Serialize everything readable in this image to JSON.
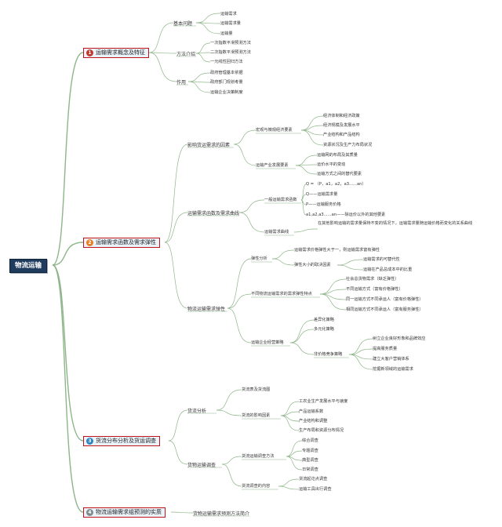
{
  "root": "物流运输",
  "colors": {
    "root_fill": "#1f3b5e",
    "branch_border": "#c0121a",
    "branch_fill": "#eaf3fa",
    "link": "#8fb58a",
    "badge_red": "#c0392b",
    "badge_orange": "#e67e22",
    "badge_blue": "#2e86c1",
    "badge_gray": "#7f8c8d"
  },
  "branches": [
    {
      "num": "1",
      "label": "运输需求概念及特征",
      "basic": {
        "label": "基本问题",
        "items": [
          "运输需求",
          "运输需求量",
          "运输量"
        ]
      },
      "method": {
        "label": "方法介绍",
        "items": [
          "一次指数平滑预测方法",
          "二次指数平滑预测方法",
          "一元线性回归方法"
        ]
      },
      "use": {
        "label": "作用",
        "items": [
          "政府管理基本依据",
          "政府部门规划考量",
          "运输企业决策制度"
        ]
      }
    },
    {
      "num": "2",
      "label": "运输需求函数及需求弹性",
      "factors": {
        "label": "影响货运需求的因素",
        "macro": {
          "label": "宏观与微观经济要素",
          "items": [
            "经济体制和经济政策",
            "经济规模及发展水平",
            "产业结构和产品结构",
            "资源状况及生产力布局状况"
          ]
        },
        "industry": {
          "label": "运输产业发展要素",
          "items": [
            "运输网的布局及其质量",
            "运价水平的变动",
            "运输方式之间的替代要素"
          ]
        }
      },
      "func": {
        "label": "运输需求函数及需求曲线",
        "general": {
          "label": "一般运输需求函数",
          "items": [
            "Q = （P，a1，a2，a3......an）",
            "Q——运输需求量",
            "P——运输服务价格",
            "a1,a2,a3......an——除运价以外的其他要素"
          ]
        },
        "curve": {
          "label": "运输需求曲线",
          "text": "在其他影响运输的需求量保持不变的情况下，运输需求量随运输价格而变化的关系曲线"
        }
      },
      "elastic": {
        "label": "物流运输需求弹性",
        "analysis": {
          "label": "弹性分析",
          "item1": "运输需求价格弹性大于一，则运输需求富有弹性",
          "factors": {
            "label": "弹性大小的取决因素",
            "items": [
              "运输需求的可替代性",
              "运输在产品总成本中的比重"
            ]
          }
        },
        "types": {
          "label": "不同物流运输需求的需求弹性特点",
          "items": [
            "社会总货物需求（缺乏弹性）",
            "不同运输方式（富有价格弹性）",
            "同一运输方式不同承运人（富有价格弹性）",
            "相同运输方式不同承运人（富有服务弹性）"
          ]
        },
        "strategy": {
          "label": "运输企业经营策略",
          "items": [
            "差异化策略",
            "多元化策略"
          ],
          "nonprice": {
            "label": "非价格竞争策略",
            "items": [
              "树立企业良好形象和品牌效应",
              "提高服务质量",
              "建立大客户营销体系",
              "挖掘新领域的运输需求"
            ]
          }
        }
      }
    },
    {
      "num": "3",
      "label": "货流分布分析及货运调查",
      "analysis": {
        "label": "货流分析",
        "items": [
          "货流表及货流图"
        ],
        "influence": {
          "label": "货流的影响因素",
          "items": [
            "工农业生产发展水平与速度",
            "产品运输系数",
            "产业结构和调整",
            "生产布局和资源分布情况"
          ]
        }
      },
      "survey": {
        "label": "货物运输调查",
        "methods": {
          "label": "货流运输调查方法",
          "items": [
            "综合调查",
            "专题调查",
            "典型调查",
            "日常调查"
          ]
        },
        "content": {
          "label": "货流调查的内容",
          "items": [
            "货流起讫点调查",
            "运输工具出行调查"
          ]
        }
      }
    },
    {
      "num": "4",
      "label": "物流运输需求组预测的实质",
      "child": "货物运输需求预测方法简介"
    }
  ]
}
